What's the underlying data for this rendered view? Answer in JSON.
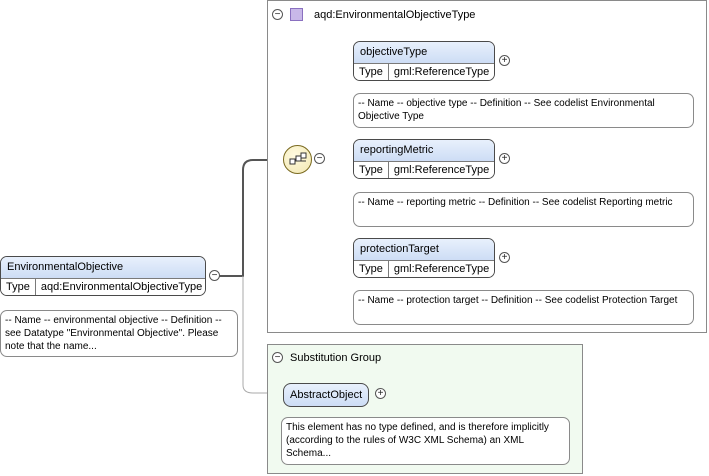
{
  "root": {
    "name": "EnvironmentalObjective",
    "type_key": "Type",
    "type_value": "aqd:EnvironmentalObjectiveType",
    "note": "-- Name -- environmental objective -- Definition -- see Datatype \"Environmental Objective\". Please note that the name..."
  },
  "type_group": {
    "title": "aqd:EnvironmentalObjectiveType",
    "toggle": "−",
    "elements": [
      {
        "name": "objectiveType",
        "type_key": "Type",
        "type_value": "gml:ReferenceType",
        "note": "-- Name -- objective type -- Definition -- See codelist Environmental Objective Type"
      },
      {
        "name": "reportingMetric",
        "type_key": "Type",
        "type_value": "gml:ReferenceType",
        "note": "-- Name -- reporting metric -- Definition -- See codelist Reporting metric"
      },
      {
        "name": "protectionTarget",
        "type_key": "Type",
        "type_value": "gml:ReferenceType",
        "note": "-- Name -- protection target -- Definition -- See codelist Protection Target"
      }
    ]
  },
  "substitution_group": {
    "title": "Substitution Group",
    "toggle": "−",
    "element": "AbstractObject",
    "note": "This element has no type defined, and is therefore implicitly (according to the rules of W3C XML Schema) an XML Schema..."
  },
  "symbols": {
    "collapse": "−",
    "expand": "+"
  },
  "colors": {
    "element_header": "#cdddf5",
    "substitution_bg": "#f1faf0",
    "complex_type_icon": "#c8b8e8"
  }
}
